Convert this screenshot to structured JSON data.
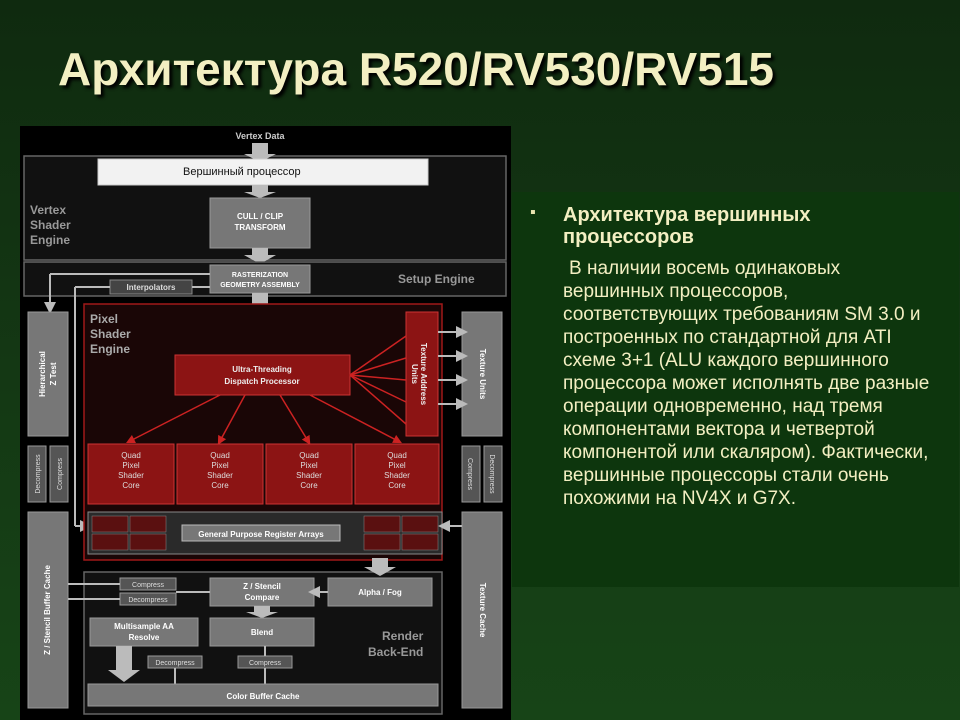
{
  "slide": {
    "title": "Архитектура R520/RV530/RV515",
    "heading": "Архитектура вершинных процессоров",
    "body": "В наличии восемь одинаковых вершинных процессоров, соответствующих требованиям SM 3.0 и построенных по стандартной для ATI схеме 3+1 (ALU каждого вершинного процессора может исполнять две разные операции одновременно, над тремя компонентами вектора и четвертой компонентой или скаляром). Фактически, вершинные процессоры стали очень похожими на NV4X и G7X."
  },
  "diagram": {
    "vertex_data": "Vertex Data",
    "vertex_processor": "Вершинный процессор",
    "cull_clip_1": "CULL / CLIP",
    "cull_clip_2": "TRANSFORM",
    "vs_engine_1": "Vertex",
    "vs_engine_2": "Shader",
    "vs_engine_3": "Engine",
    "raster_1": "RASTERIZATION",
    "raster_2": "GEOMETRY ASSEMBLY",
    "interpolators": "Interpolators",
    "setup_engine": "Setup Engine",
    "ps_engine_1": "Pixel",
    "ps_engine_2": "Shader",
    "ps_engine_3": "Engine",
    "hier_z_1": "Hierarchical",
    "hier_z_2": "Z Test",
    "dispatch_1": "Ultra-Threading",
    "dispatch_2": "Dispatch Processor",
    "tex_addr_1": "Texture Address",
    "tex_addr_2": "Units",
    "tex_units": "Texture Units",
    "decompress": "Decompress",
    "compress": "Compress",
    "quad_1": "Quad",
    "quad_2": "Pixel",
    "quad_3": "Shader",
    "quad_4": "Core",
    "gpr": "General Purpose Register Arrays",
    "zs_buffer_cache": "Z / Stencil Buffer Cache",
    "tex_cache": "Texture Cache",
    "zs_compare_1": "Z / Stencil",
    "zs_compare_2": "Compare",
    "alpha_fog": "Alpha / Fog",
    "msaa_1": "Multisample AA",
    "msaa_2": "Resolve",
    "blend": "Blend",
    "render_1": "Render",
    "render_2": "Back-End",
    "color_cache": "Color Buffer Cache"
  },
  "colors": {
    "title": "#f3efc2",
    "background": "#133513",
    "panel": "#0d360d",
    "shader_red": "#8c1414"
  }
}
